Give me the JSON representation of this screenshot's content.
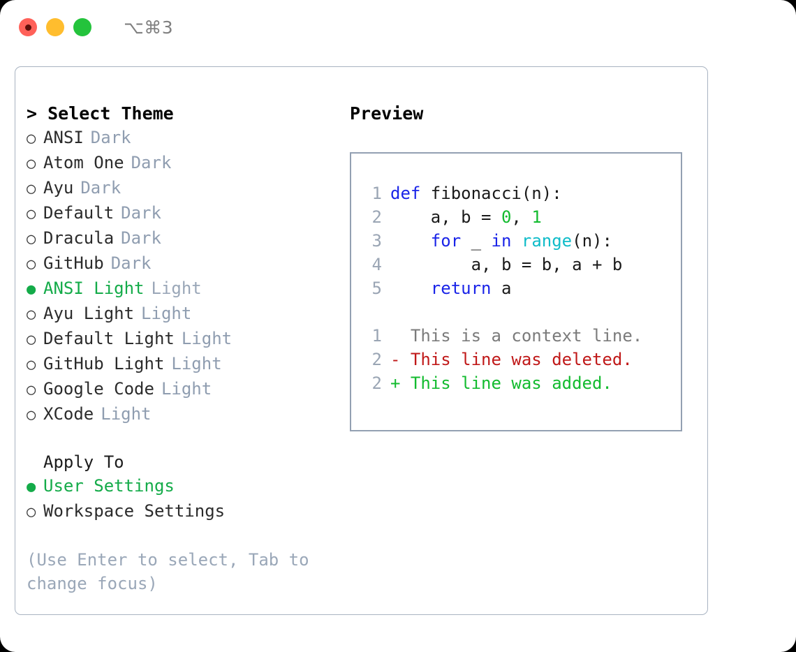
{
  "window": {
    "titlebar": {
      "shortcut": "⌥⌘3",
      "lights": [
        {
          "name": "close",
          "color": "#ff6159",
          "dot": "#5e0f0b"
        },
        {
          "name": "minimize",
          "color": "#ffbd2e",
          "dot": null
        },
        {
          "name": "maximize",
          "color": "#24c33c",
          "dot": null
        }
      ]
    }
  },
  "theme_picker": {
    "heading": "> Select Theme",
    "marker_selected": "●",
    "marker_unselected": "○",
    "options": [
      {
        "label": "ANSI",
        "badge": "Dark",
        "selected": false
      },
      {
        "label": "Atom One",
        "badge": "Dark",
        "selected": false
      },
      {
        "label": "Ayu",
        "badge": "Dark",
        "selected": false
      },
      {
        "label": "Default",
        "badge": "Dark",
        "selected": false
      },
      {
        "label": "Dracula",
        "badge": "Dark",
        "selected": false
      },
      {
        "label": "GitHub",
        "badge": "Dark",
        "selected": false
      },
      {
        "label": "ANSI Light",
        "badge": "Light",
        "selected": true
      },
      {
        "label": "Ayu Light",
        "badge": "Light",
        "selected": false
      },
      {
        "label": "Default Light",
        "badge": "Light",
        "selected": false
      },
      {
        "label": "GitHub Light",
        "badge": "Light",
        "selected": false
      },
      {
        "label": "Google Code",
        "badge": "Light",
        "selected": false
      },
      {
        "label": "XCode",
        "badge": "Light",
        "selected": false
      }
    ]
  },
  "apply_to": {
    "heading": "Apply To",
    "options": [
      {
        "label": "User Settings",
        "selected": true
      },
      {
        "label": "Workspace Settings",
        "selected": false
      }
    ]
  },
  "hint": "(Use Enter to select, Tab to change focus)",
  "preview": {
    "heading": "Preview",
    "code_lines": [
      {
        "ln": "1",
        "tokens": [
          {
            "t": "def",
            "c": "kw"
          },
          {
            "t": " fibonacci(n):",
            "c": "plain"
          }
        ]
      },
      {
        "ln": "2",
        "tokens": [
          {
            "t": "    a, b = ",
            "c": "plain"
          },
          {
            "t": "0",
            "c": "num"
          },
          {
            "t": ", ",
            "c": "plain"
          },
          {
            "t": "1",
            "c": "num"
          }
        ]
      },
      {
        "ln": "3",
        "tokens": [
          {
            "t": "    ",
            "c": "plain"
          },
          {
            "t": "for",
            "c": "kw"
          },
          {
            "t": " _ ",
            "c": "plain"
          },
          {
            "t": "in",
            "c": "kw"
          },
          {
            "t": " ",
            "c": "plain"
          },
          {
            "t": "range",
            "c": "fn"
          },
          {
            "t": "(n):",
            "c": "plain"
          }
        ]
      },
      {
        "ln": "4",
        "tokens": [
          {
            "t": "        a, b = b, a + b",
            "c": "plain"
          }
        ]
      },
      {
        "ln": "5",
        "tokens": [
          {
            "t": "    ",
            "c": "plain"
          },
          {
            "t": "return",
            "c": "kw"
          },
          {
            "t": " a",
            "c": "plain"
          }
        ]
      }
    ],
    "diff_lines": [
      {
        "ln": "1",
        "sign": "  ",
        "text": "This is a context line.",
        "kind": "ctx"
      },
      {
        "ln": "2",
        "sign": "- ",
        "text": "This line was deleted.",
        "kind": "del"
      },
      {
        "ln": "2",
        "sign": "+ ",
        "text": "This line was added.",
        "kind": "add"
      }
    ]
  },
  "colors": {
    "accent_green": "#14ab49",
    "muted": "#8f9db0",
    "border": "#93a0b2",
    "keyword": "#1a24e8",
    "function": "#10bcc9",
    "number": "#13bb2f",
    "diff_delete": "#c01919",
    "diff_add": "#13bb2f"
  }
}
